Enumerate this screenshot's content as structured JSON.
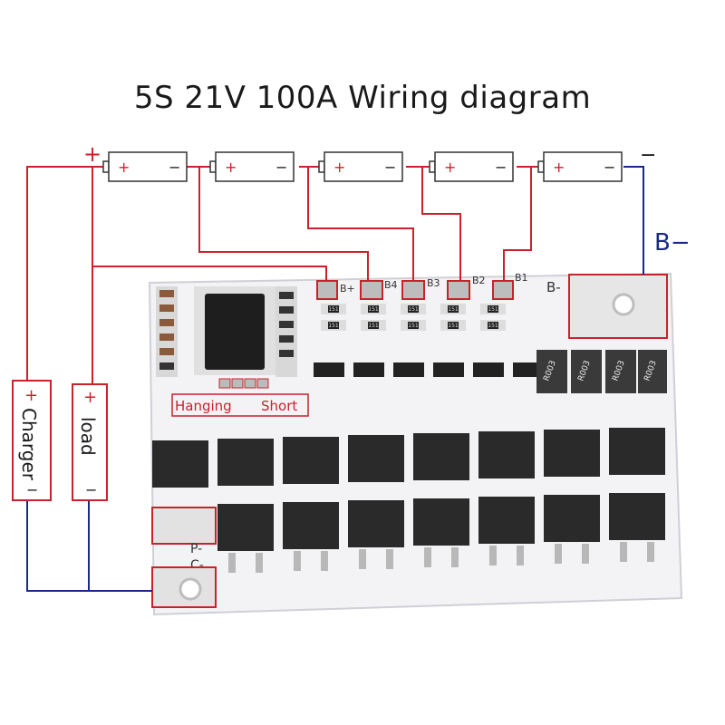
{
  "title": "5S 21V 100A Wiring diagram",
  "colors": {
    "red_wire": "#c8232b",
    "blue_wire": "#1a2a8a",
    "board": "#f4f4f6",
    "mosfet": "#2a2a2a",
    "pad": "#c8c8c8"
  },
  "battery_cells": [
    {
      "plus": "+",
      "minus": "−"
    },
    {
      "plus": "+",
      "minus": "−"
    },
    {
      "plus": "+",
      "minus": "−"
    },
    {
      "plus": "+",
      "minus": "−"
    },
    {
      "plus": "+",
      "minus": "−"
    }
  ],
  "pack": {
    "plus": "+",
    "minus": "−"
  },
  "labels": {
    "b_minus_wire": "B−",
    "b_minus_pad": "B-",
    "b_plus": "B+",
    "b4": "B4",
    "b3": "B3",
    "b2": "B2",
    "b1": "B1",
    "p_minus": "P-",
    "c_minus": "C-",
    "hanging": "Hanging",
    "short": "Short"
  },
  "charger": {
    "name": "Charger",
    "plus": "+",
    "minus": "−"
  },
  "load": {
    "name": "load",
    "plus": "+",
    "minus": "−"
  },
  "resistors": [
    "R003",
    "R003",
    "R003",
    "R003"
  ],
  "smd_codes": [
    "151",
    "151",
    "151",
    "151",
    "151",
    "151",
    "151",
    "151",
    "151",
    "151"
  ]
}
